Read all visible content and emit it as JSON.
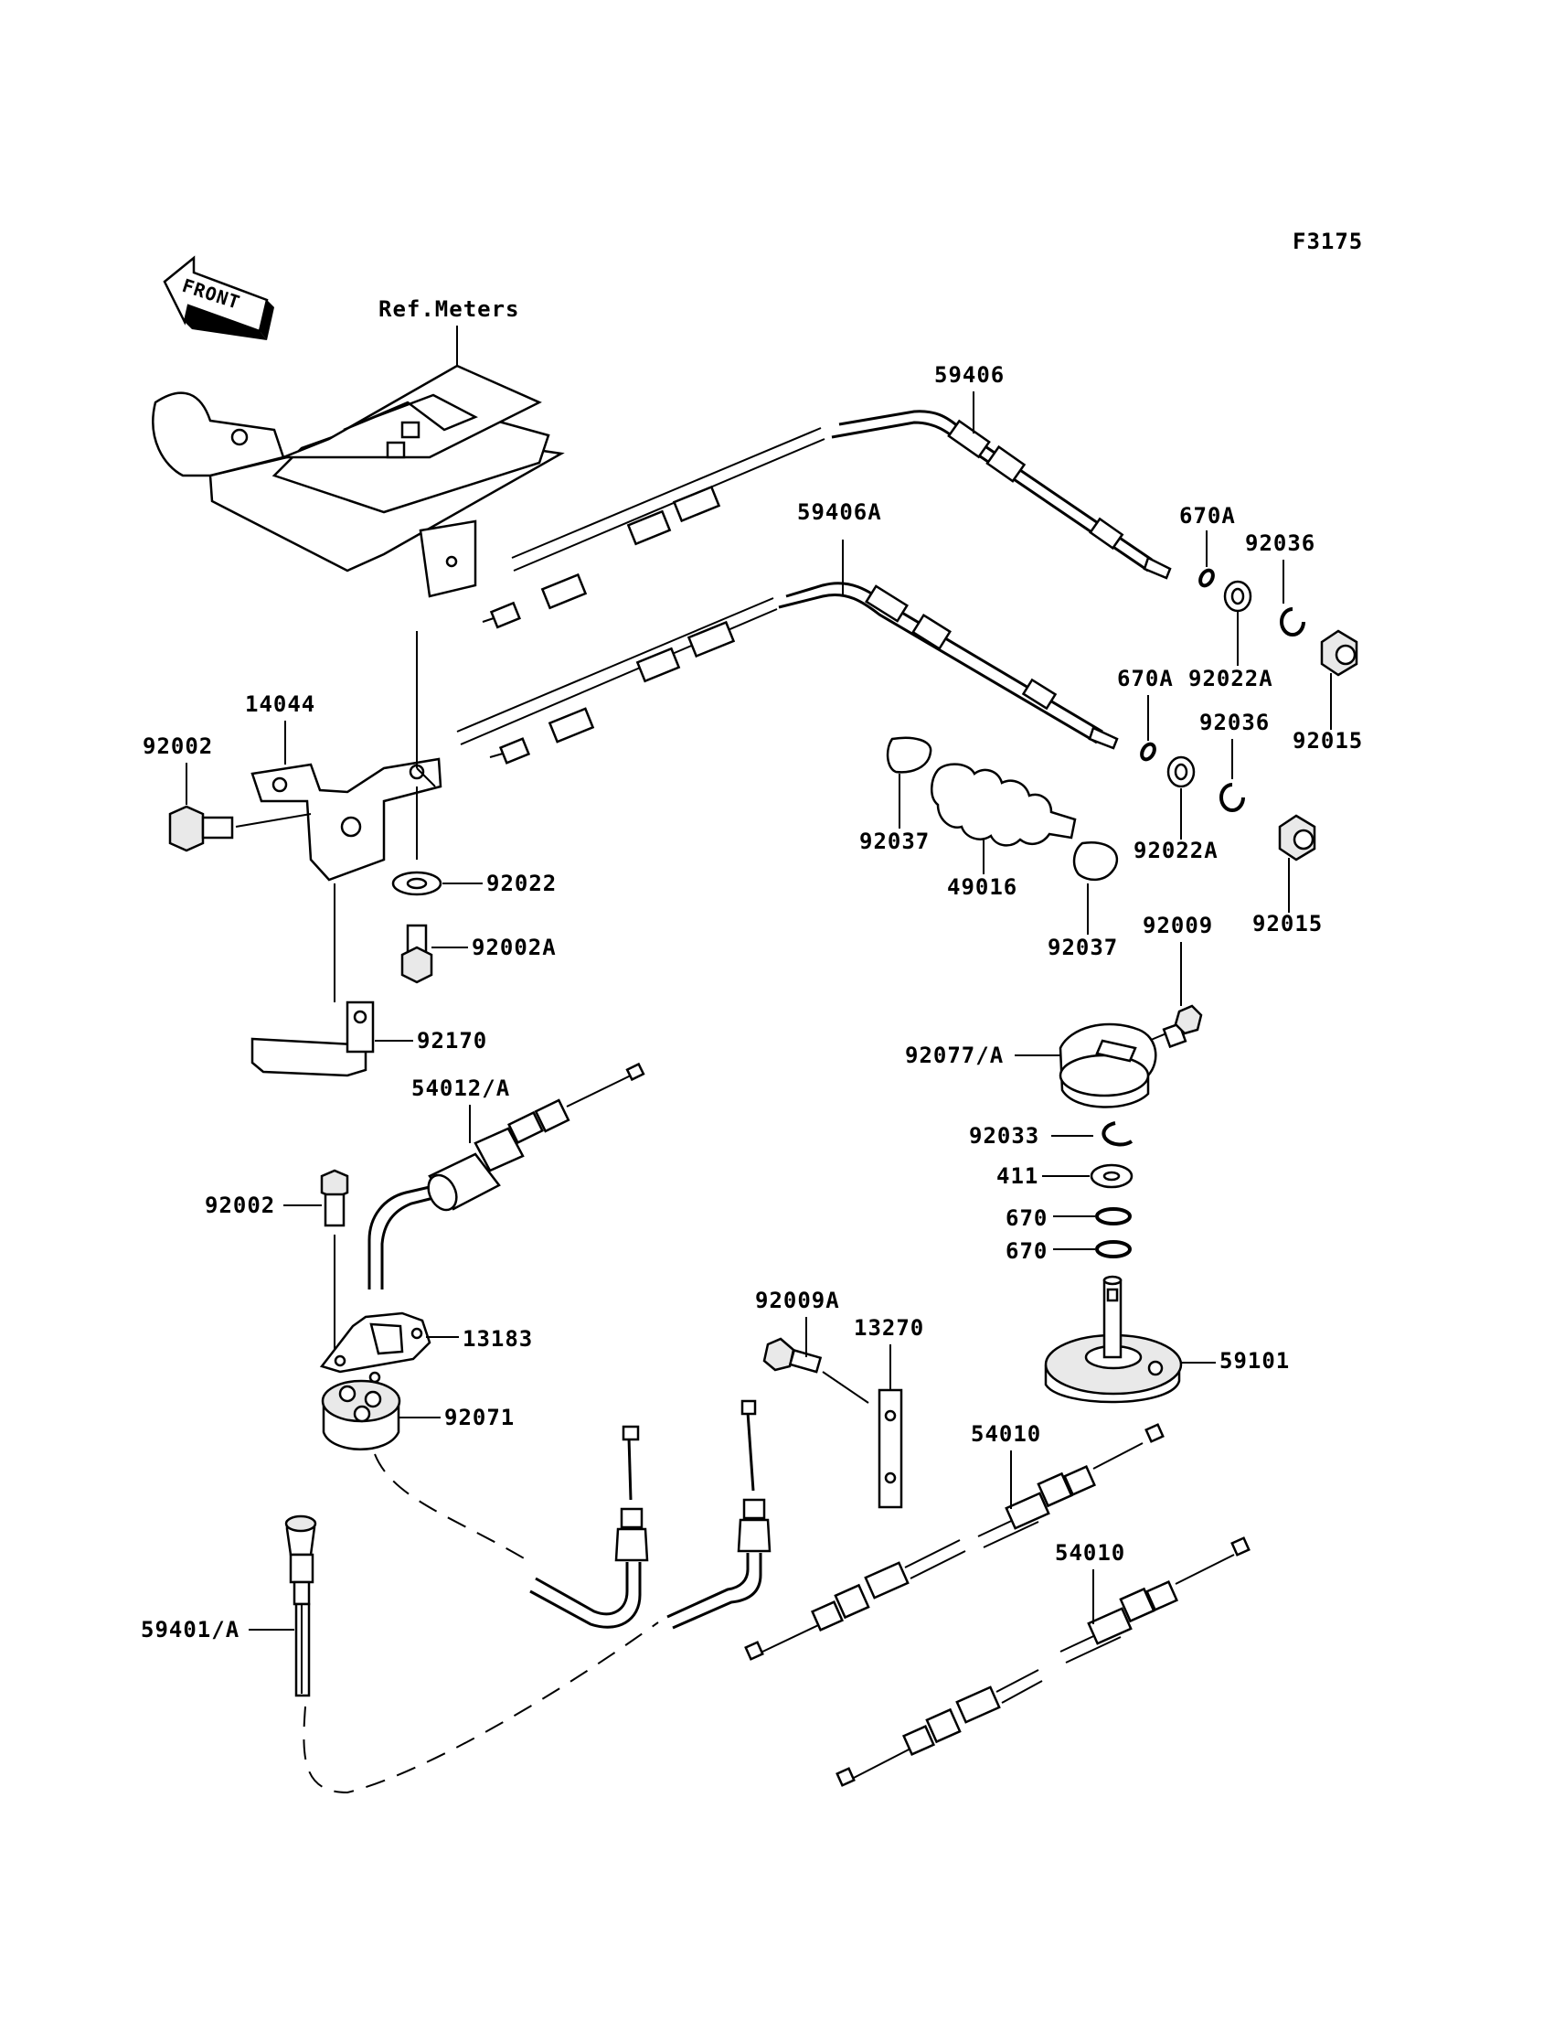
{
  "figure_code": "F3175",
  "front_arrow_text": "FRONT",
  "reference_note": "Ref.Meters",
  "part_labels": {
    "p59406": "59406",
    "p59406A": "59406A",
    "p670A_1": "670A",
    "p92036_1": "92036",
    "p92022A_1": "92022A",
    "p92015_1": "92015",
    "p670A_2": "670A",
    "p92036_2": "92036",
    "p92022A_2": "92022A",
    "p92015_2": "92015",
    "p14044": "14044",
    "p92002_1": "92002",
    "p92022": "92022",
    "p92002A": "92002A",
    "p92170": "92170",
    "p92037_1": "92037",
    "p49016": "49016",
    "p92037_2": "92037",
    "p92009": "92009",
    "p92077A": "92077/A",
    "p92033": "92033",
    "p411": "411",
    "p670_1": "670",
    "p670_2": "670",
    "p59101": "59101",
    "p54012A": "54012/A",
    "p92002_2": "92002",
    "p13183": "13183",
    "p92071": "92071",
    "p92009A": "92009A",
    "p13270": "13270",
    "p54010_1": "54010",
    "p54010_2": "54010",
    "p59401A": "59401/A"
  }
}
